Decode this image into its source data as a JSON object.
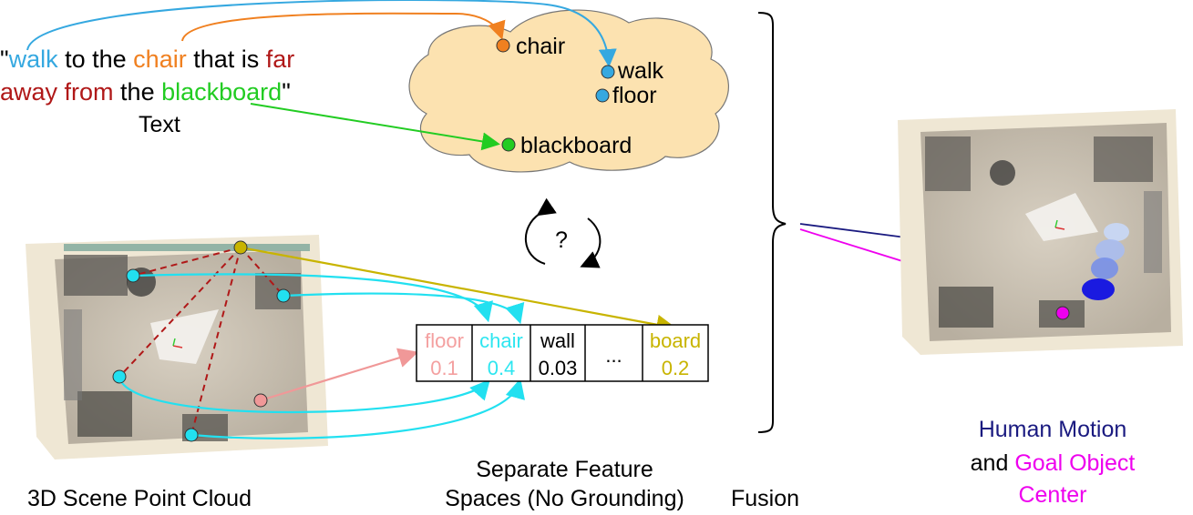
{
  "quote": {
    "open": "\"",
    "walk": "walk",
    "to_the": " to the ",
    "chair": "chair",
    "that_is": " that is ",
    "far": "far",
    "away_from": "away from",
    "the": " the ",
    "blackboard": "blackboard",
    "close": "\""
  },
  "text_label": "Text",
  "cloud": {
    "chair": "chair",
    "walk": "walk",
    "floor": "floor",
    "blackboard": "blackboard"
  },
  "question": "?",
  "feature_table": {
    "columns": [
      {
        "label": "floor",
        "value": "0.1",
        "color": "#f4a0a0"
      },
      {
        "label": "chair",
        "value": "0.4",
        "color": "#2ee6f0"
      },
      {
        "label": "wall",
        "value": "0.03",
        "color": "#000000"
      },
      {
        "label": "",
        "value": "...",
        "color": "#000000"
      },
      {
        "label": "board",
        "value": "0.2",
        "color": "#c8b400"
      }
    ]
  },
  "captions": {
    "scene": "3D Scene Point Cloud",
    "separate_line1": "Separate Feature",
    "separate_line2": "Spaces (No Grounding)",
    "fusion": "Fusion",
    "human_motion": "Human Motion",
    "and": "and ",
    "goal_object": "Goal Object",
    "center": "Center"
  },
  "colors": {
    "walk": "#35a8e0",
    "chair": "#f08020",
    "far": "#b01818",
    "blackboard": "#22cc22",
    "cyan": "#22e0f0",
    "pink": "#f09898",
    "olive": "#c8b400",
    "navy": "#1a1a80",
    "magenta": "#ee00ee",
    "cloud_fill": "#fce2b0"
  }
}
